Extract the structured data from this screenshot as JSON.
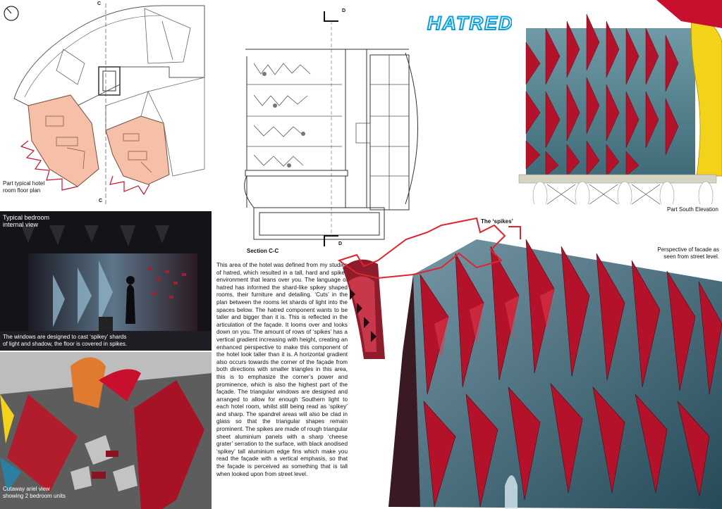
{
  "title": "HATRED",
  "captions": {
    "floor_plan": "Part typical hotel room floor plan",
    "section": "Section C-C",
    "south_elevation": "Part South Elevation",
    "bedroom_title": "Typical bedroom internal view",
    "bedroom_note": "The windows are designed to cast ‘spikey’ shards of light and shadow, the floor is covered in spikes.",
    "cutaway": "Cutaway ariel view showing 2 bedroom units",
    "spikes": "The ‘spikes’",
    "perspective": "Perspective of facade as seen from street level."
  },
  "section_marks": {
    "c": "C",
    "d": "D"
  },
  "body_text": "This area of the hotel was defined from my studies of hatred, which resulted in a tall, hard and spikey environment that leans over you. The language of hatred has informed the shard-like spikey shaped rooms, their furniture and detailing. ‘Cuts’ in the plan between the rooms let shards of light into the spaces below. The hatred component wants to be taller and bigger than it is. This is reflected in the articulation of the façade. It looms over and looks down on you. The amount of rows of ‘spikes’ has a vertical gradient increasing with height, creating an enhanced perspective to make this component of the hotel look taller than it is. A horizontal gradient also occurs towards the corner of the façade from both directions with smaller triangles in this area, this is to emphasize the corner’s power and prominence, which is also the highest part of the façade. The triangular windows are designed and arranged to allow for enough Southern light to each hotel room, whilst still being read as ‘spikey’ and sharp. The spandrel areas will also be clad in glass so that the triangular shapes remain prominent. The spikes are made of rough triangular sheet aluminium panels with a sharp ‘cheese grater’ serration to the surface, with black anodised ‘spikey’ tall aluminium edge fins which make you read the façade with a vertical emphasis, so that the façade is perceived as something that is tall when looked upon from street level.",
  "colors": {
    "title_fill": "#ffffff",
    "title_stroke": "#0aa0e0",
    "spike_red": "#c8102e",
    "glass_teal": "#4d7f8f",
    "room_pink": "#f6c0a8",
    "cladding_yellow": "#f3d21a"
  }
}
